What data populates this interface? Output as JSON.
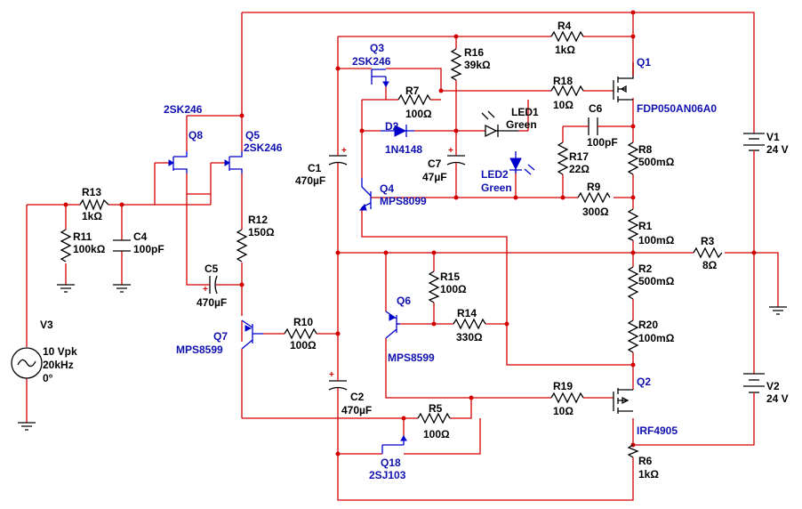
{
  "components": [
    {
      "ref": "R4",
      "value": "1kΩ"
    },
    {
      "ref": "R16",
      "value": "39kΩ"
    },
    {
      "ref": "Q3",
      "value": "2SK246"
    },
    {
      "ref": "Q1",
      "value": ""
    },
    {
      "ref": "R18",
      "value": "10Ω"
    },
    {
      "ref": "R7",
      "value": "100Ω"
    },
    {
      "ref": "Q1_part",
      "value": "FDP050AN06A0"
    },
    {
      "ref": "LED1",
      "value": "Green"
    },
    {
      "ref": "C6",
      "value": ""
    },
    {
      "ref": "D2",
      "value": "1N4148"
    },
    {
      "ref": "R17",
      "value": "22Ω"
    },
    {
      "ref": "C6_val",
      "value": "100pF"
    },
    {
      "ref": "R8",
      "value": "500mΩ"
    },
    {
      "ref": "V1",
      "value": "24 V"
    },
    {
      "ref": "C1",
      "value": "470µF"
    },
    {
      "ref": "C7",
      "value": "47µF"
    },
    {
      "ref": "LED2",
      "value": "Green"
    },
    {
      "ref": "Q8",
      "value": "2SK246"
    },
    {
      "ref": "Q5",
      "value": "2SK246"
    },
    {
      "ref": "Q4",
      "value": "MPS8099"
    },
    {
      "ref": "R9",
      "value": "300Ω"
    },
    {
      "ref": "R13",
      "value": "1kΩ"
    },
    {
      "ref": "R11",
      "value": "100kΩ"
    },
    {
      "ref": "C4",
      "value": "100pF"
    },
    {
      "ref": "R12",
      "value": "150Ω"
    },
    {
      "ref": "R1",
      "value": "100mΩ"
    },
    {
      "ref": "R3",
      "value": "8Ω"
    },
    {
      "ref": "R2",
      "value": "500mΩ"
    },
    {
      "ref": "R15",
      "value": "100Ω"
    },
    {
      "ref": "C5",
      "value": "470µF"
    },
    {
      "ref": "Q6",
      "value": ""
    },
    {
      "ref": "R14",
      "value": "330Ω"
    },
    {
      "ref": "R20",
      "value": "100mΩ"
    },
    {
      "ref": "V3",
      "value": "10 Vpk"
    },
    {
      "ref": "Q7",
      "value": "MPS8599"
    },
    {
      "ref": "R10",
      "value": "100Ω"
    },
    {
      "ref": "Q6_part",
      "value": "MPS8599"
    },
    {
      "ref": "C2",
      "value": "470µF"
    },
    {
      "ref": "R19",
      "value": "10Ω"
    },
    {
      "ref": "Q2",
      "value": "IRF4905"
    },
    {
      "ref": "V2",
      "value": "24 V"
    },
    {
      "ref": "R5",
      "value": "100Ω"
    },
    {
      "ref": "Q18",
      "value": "2SJ103"
    },
    {
      "ref": "R6",
      "value": "1kΩ"
    }
  ],
  "labels": {
    "R4": "R4",
    "R4v": "1kΩ",
    "R16": "R16",
    "R16v": "39kΩ",
    "Q3": "Q3",
    "Q3v": "2SK246",
    "Q1": "Q1",
    "Q1v": "FDP050AN06A0",
    "R18": "R18",
    "R18v": "10Ω",
    "R7": "R7",
    "R7v": "100Ω",
    "LED1": "LED1",
    "LED1v": "Green",
    "C6": "C6",
    "C6v": "100pF",
    "D2": "D2",
    "D2v": "1N4148",
    "R17": "R17",
    "R17v": "22Ω",
    "R8": "R8",
    "R8v": "500mΩ",
    "V1": "V1",
    "V1v": "24 V",
    "C1": "C1",
    "C1v": "470µF",
    "C7": "C7",
    "C7v": "47µF",
    "LED2": "LED2",
    "LED2v": "Green",
    "Q8": "Q8",
    "Q8v": "2SK246",
    "Q5": "Q5",
    "Q5v": "2SK246",
    "Q4": "Q4",
    "Q4v": "MPS8099",
    "R9": "R9",
    "R9v": "300Ω",
    "R13": "R13",
    "R13v": "1kΩ",
    "R11": "R11",
    "R11v": "100kΩ",
    "C4": "C4",
    "C4v": "100pF",
    "R12": "R12",
    "R12v": "150Ω",
    "R1": "R1",
    "R1v": "100mΩ",
    "R3": "R3",
    "R3v": "8Ω",
    "R2": "R2",
    "R2v": "500mΩ",
    "R15": "R15",
    "R15v": "100Ω",
    "C5": "C5",
    "C5v": "470µF",
    "Q6": "Q6",
    "Q6v": "MPS8599",
    "R14": "R14",
    "R14v": "330Ω",
    "R20": "R20",
    "R20v": "100mΩ",
    "V3": "V3",
    "V3a": "10 Vpk",
    "V3b": "20kHz",
    "V3c": "0°",
    "Q7": "Q7",
    "Q7v": "MPS8599",
    "R10": "R10",
    "R10v": "100Ω",
    "C2": "C2",
    "C2v": "470µF",
    "R19": "R19",
    "R19v": "10Ω",
    "Q2": "Q2",
    "Q2v": "IRF4905",
    "V2": "V2",
    "V2v": "24 V",
    "R5": "R5",
    "R5v": "100Ω",
    "Q18": "Q18",
    "Q18v": "2SJ103",
    "R6": "R6",
    "R6v": "1kΩ"
  },
  "colors": {
    "wire": "#d40000",
    "component": "#000000",
    "active": "#0000cc",
    "label_active": "#1010b0"
  }
}
